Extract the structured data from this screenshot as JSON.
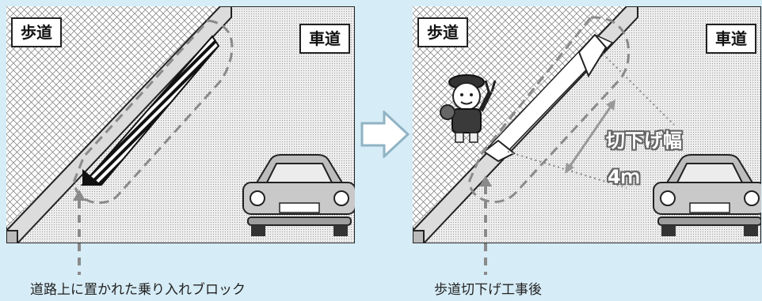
{
  "left_panel": {
    "sidewalk_label": "歩道",
    "roadway_label": "車道",
    "caption": "道路上に置かれた乗り入れブロック"
  },
  "right_panel": {
    "sidewalk_label": "歩道",
    "roadway_label": "車道",
    "dimension_label": "切下げ幅",
    "dimension_value": "4ｍ",
    "caption": "歩道切下げ工事後"
  },
  "colors": {
    "background": "#d6ecf6",
    "road": "#e3e3e3",
    "sidewalk": "#f2f2f2",
    "curb": "#dcdcdc",
    "dashed": "#8a8a8a",
    "dimension": "#999999"
  }
}
